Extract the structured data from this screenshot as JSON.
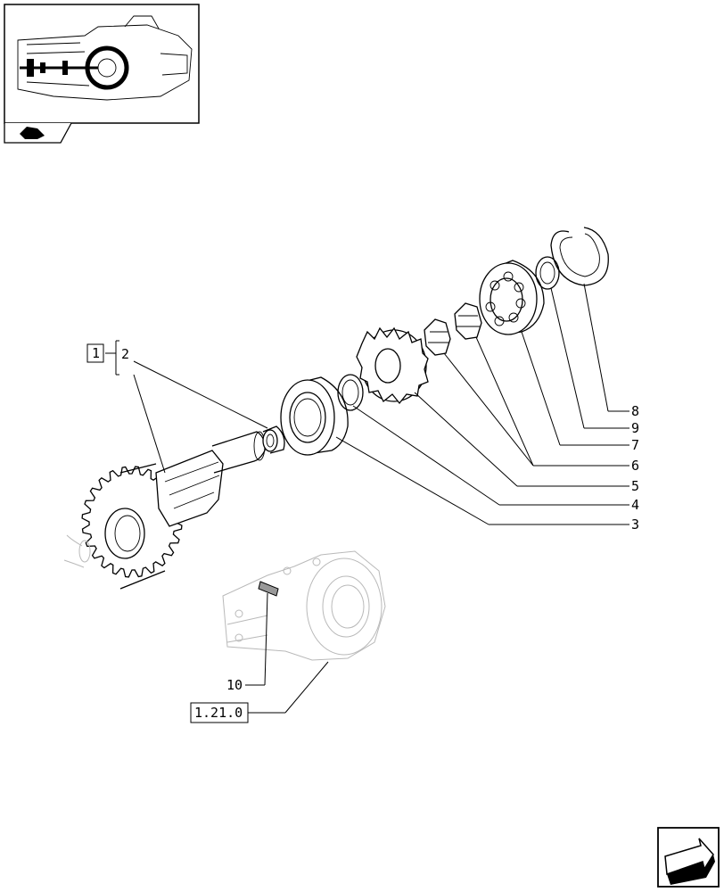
{
  "diagram": {
    "callouts": [
      {
        "id": "1",
        "text": "1"
      },
      {
        "id": "2",
        "text": "2"
      },
      {
        "id": "3",
        "text": "3"
      },
      {
        "id": "4",
        "text": "4"
      },
      {
        "id": "5",
        "text": "5"
      },
      {
        "id": "6",
        "text": "6"
      },
      {
        "id": "7",
        "text": "7"
      },
      {
        "id": "9",
        "text": "9"
      },
      {
        "id": "8",
        "text": "8"
      },
      {
        "id": "10",
        "text": "10"
      }
    ],
    "reference_box": "1.21.0"
  },
  "icons": {
    "thumbnail": "transmission-overview-thumbnail",
    "corner_tab": "tractor-tab-icon",
    "next_page": "next-page-arrow-icon"
  }
}
